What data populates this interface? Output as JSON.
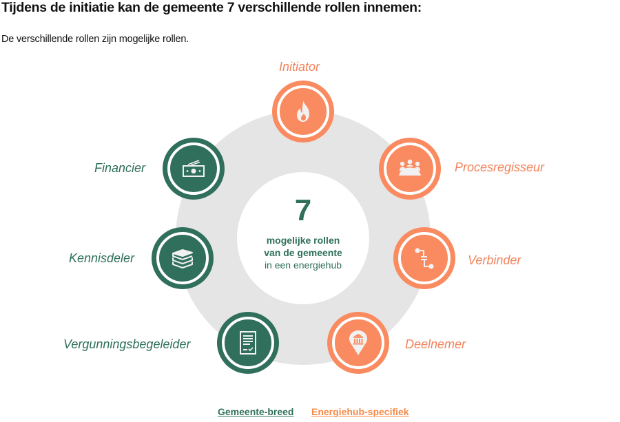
{
  "header": {
    "title": "Tijdens de initiatie kan de gemeente 7 verschillende rollen innemen:",
    "subtitle": "De verschillende rollen zijn mogelijke rollen."
  },
  "center": {
    "number": "7",
    "line1": "mogelijke rollen",
    "line2": "van de gemeente",
    "line3": "in een energiehub"
  },
  "roles": [
    {
      "label": "Initiator",
      "icon": "flame-icon",
      "category": "Energiehub-specifiek"
    },
    {
      "label": "Procesregisseur",
      "icon": "meeting-table-icon",
      "category": "Energiehub-specifiek"
    },
    {
      "label": "Verbinder",
      "icon": "connector-icon",
      "category": "Energiehub-specifiek"
    },
    {
      "label": "Deelnemer",
      "icon": "location-pin-building-icon",
      "category": "Energiehub-specifiek"
    },
    {
      "label": "Vergunningsbegeleider",
      "icon": "permit-document-icon",
      "category": "Gemeente-breed"
    },
    {
      "label": "Kennisdeler",
      "icon": "books-stack-icon",
      "category": "Gemeente-breed"
    },
    {
      "label": "Financier",
      "icon": "money-bills-icon",
      "category": "Gemeente-breed"
    }
  ],
  "legend": {
    "green_label": "Gemeente-breed",
    "orange_label": "Energiehub-specifiek"
  },
  "colors": {
    "green": "#2f6f5b",
    "orange": "#fa8a5f",
    "ring_gray": "#e6e5e6",
    "icon_fill": "#f1f1f1"
  }
}
